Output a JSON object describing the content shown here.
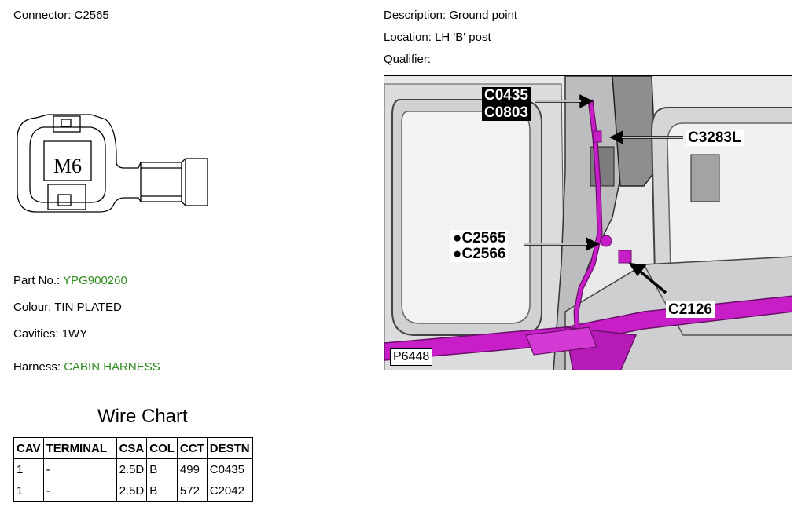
{
  "connector": {
    "label": "Connector:",
    "value": "C2565"
  },
  "description": {
    "label": "Description:",
    "value": "Ground point"
  },
  "location": {
    "label": "Location:",
    "value": "LH 'B' post"
  },
  "qualifier": {
    "label": "Qualifier:",
    "value": ""
  },
  "terminal_drawing": {
    "text": "M6"
  },
  "part_no": {
    "label": "Part No.:",
    "value": "YPG900260"
  },
  "colour": {
    "label": "Colour:",
    "value": "TIN PLATED"
  },
  "cavities": {
    "label": "Cavities:",
    "value": "1WY"
  },
  "harness": {
    "label": "Harness:",
    "value": "CABIN HARNESS"
  },
  "diagram": {
    "reference": "P6448",
    "callouts": {
      "c0435": "C0435",
      "c0803": "C0803",
      "c3283l": "C3283L",
      "c2565": "●C2565",
      "c2566": "●C2566",
      "c2126": "C2126"
    },
    "colors": {
      "harness": "#c81ec8",
      "panel": "#b9b9bb",
      "background": "#e9e9ea"
    }
  },
  "wire_chart": {
    "title": "Wire Chart",
    "headers": {
      "cav": "CAV",
      "terminal": "TERMINAL",
      "csa": "CSA",
      "col": "COL",
      "cct": "CCT",
      "destn": "DESTN"
    },
    "rows": [
      {
        "cav": "1",
        "terminal": "-",
        "csa": "2.5D",
        "col": "B",
        "cct": "499",
        "destn": "C0435"
      },
      {
        "cav": "1",
        "terminal": "-",
        "csa": "2.5D",
        "col": "B",
        "cct": "572",
        "destn": "C2042"
      }
    ]
  }
}
